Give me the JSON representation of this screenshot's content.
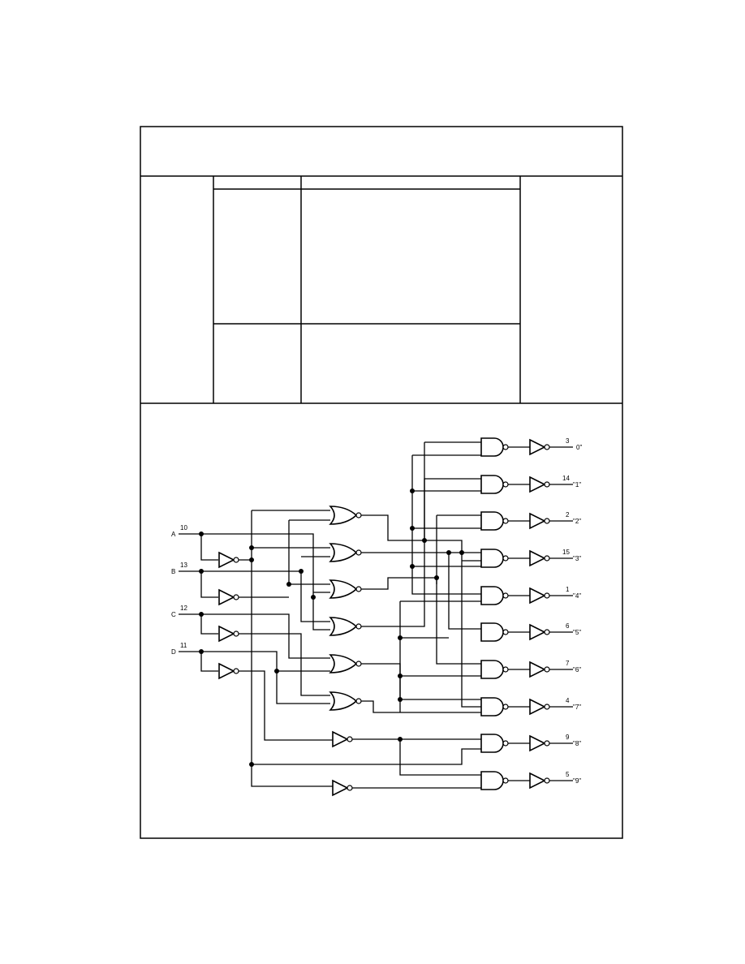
{
  "diagram": {
    "inputs": [
      {
        "letter": "A",
        "pin": "10"
      },
      {
        "letter": "B",
        "pin": "13"
      },
      {
        "letter": "C",
        "pin": "12"
      },
      {
        "letter": "D",
        "pin": "11"
      }
    ],
    "outputs": [
      {
        "pin": "3",
        "label": "0\""
      },
      {
        "pin": "14",
        "label": "\"1\""
      },
      {
        "pin": "2",
        "label": "\"2\""
      },
      {
        "pin": "15",
        "label": "\"3\""
      },
      {
        "pin": "1",
        "label": "\"4\""
      },
      {
        "pin": "6",
        "label": "\"5\""
      },
      {
        "pin": "7",
        "label": "\"6\""
      },
      {
        "pin": "4",
        "label": "\"7\""
      },
      {
        "pin": "9",
        "label": "\"8\""
      },
      {
        "pin": "5",
        "label": "\"9\""
      }
    ]
  }
}
